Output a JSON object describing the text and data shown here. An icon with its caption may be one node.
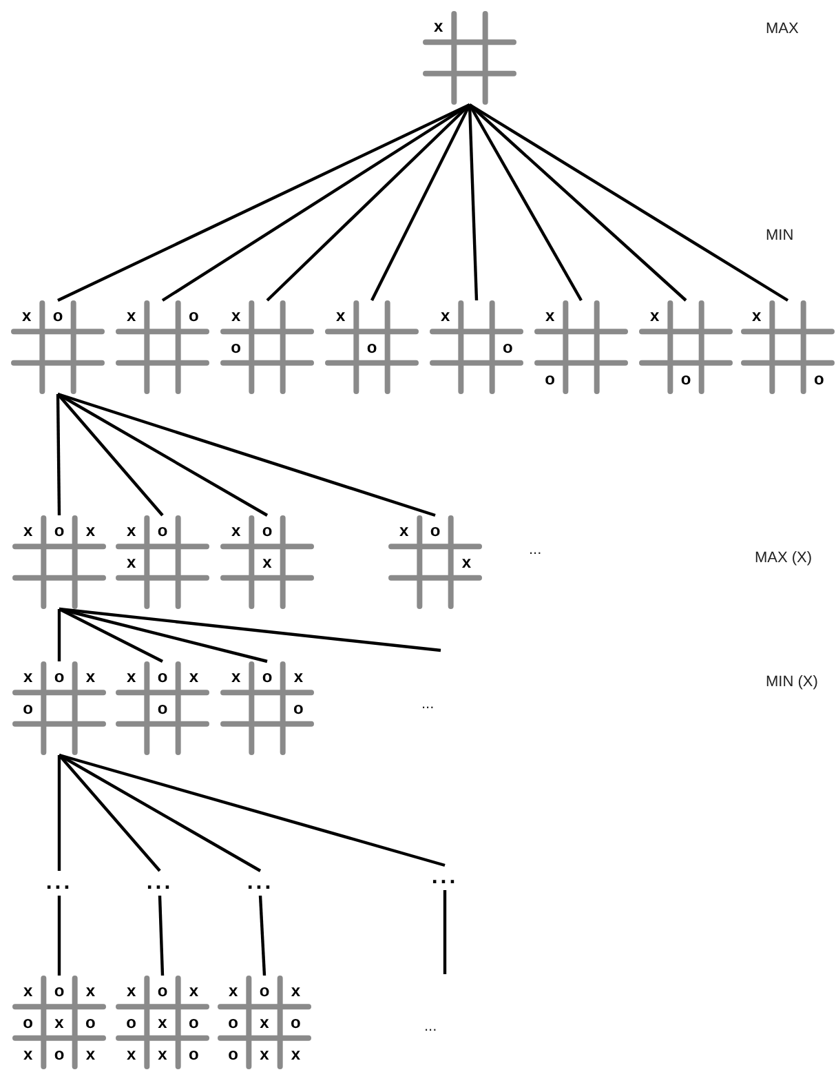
{
  "diagram": {
    "nodes": [
      {
        "text": [],
        "shape": "grid"
      },
      {
        "text": [
          "x"
        ],
        "in": 0
      },
      {
        "text": [],
        "shape": "grid"
      },
      {
        "text": [
          "x"
        ],
        "in": 2
      },
      {
        "text": [
          "o"
        ],
        "in": 2
      },
      {
        "text": [],
        "shape": "grid"
      },
      {
        "text": [
          "x"
        ],
        "in": 5
      },
      {
        "text": [
          "o"
        ],
        "in": 5
      },
      {
        "text": [],
        "shape": "grid"
      },
      {
        "text": [
          "x"
        ],
        "in": 8
      },
      {
        "text": [
          "o"
        ],
        "in": 8
      },
      {
        "text": [],
        "shape": "grid"
      },
      {
        "text": [
          "x"
        ],
        "in": 11
      },
      {
        "text": [
          "o"
        ],
        "in": 11
      },
      {
        "text": [],
        "shape": "grid"
      },
      {
        "text": [
          "x"
        ],
        "in": 14
      },
      {
        "text": [
          "o"
        ],
        "in": 14
      },
      {
        "text": [],
        "shape": "grid"
      },
      {
        "text": [
          "x"
        ],
        "in": 17
      },
      {
        "text": [
          "o"
        ],
        "in": 17
      },
      {
        "text": [],
        "shape": "grid"
      },
      {
        "text": [
          "x"
        ],
        "in": 20
      },
      {
        "text": [
          "o"
        ],
        "in": 20
      },
      {
        "text": [],
        "shape": "grid"
      },
      {
        "text": [
          "x"
        ],
        "in": 23
      },
      {
        "text": [
          "o"
        ],
        "in": 23
      },
      {
        "text": [],
        "shape": "grid"
      },
      {
        "text": [
          "x"
        ],
        "in": 26
      },
      {
        "text": [
          "o"
        ],
        "in": 26
      },
      {
        "text": [
          "x"
        ],
        "in": 26
      },
      {
        "text": [],
        "shape": "grid"
      },
      {
        "text": [
          "x"
        ],
        "in": 30
      },
      {
        "text": [
          "o"
        ],
        "in": 30
      },
      {
        "text": [
          "x"
        ],
        "in": 30
      },
      {
        "text": [],
        "shape": "grid"
      },
      {
        "text": [
          "x"
        ],
        "in": 34
      },
      {
        "text": [
          "o"
        ],
        "in": 34
      },
      {
        "text": [
          "x"
        ],
        "in": 34
      },
      {
        "text": [],
        "shape": "grid"
      },
      {
        "text": [
          "x"
        ],
        "in": 38
      },
      {
        "text": [
          "o"
        ],
        "in": 38
      },
      {
        "text": [
          "x"
        ],
        "in": 38
      },
      {
        "text": [],
        "shape": "grid"
      },
      {
        "text": [
          "x"
        ],
        "in": 42
      },
      {
        "text": [
          "o"
        ],
        "in": 42
      },
      {
        "text": [
          "x"
        ],
        "in": 42
      },
      {
        "text": [
          "o"
        ],
        "in": 42
      },
      {
        "text": [],
        "shape": "grid"
      },
      {
        "text": [
          "x"
        ],
        "in": 47
      },
      {
        "text": [
          "o"
        ],
        "in": 47
      },
      {
        "text": [
          "x"
        ],
        "in": 47
      },
      {
        "text": [
          "o"
        ],
        "in": 47
      },
      {
        "text": [],
        "shape": "grid"
      },
      {
        "text": [
          "x"
        ],
        "in": 52
      },
      {
        "text": [
          "o"
        ],
        "in": 52
      },
      {
        "text": [
          "x"
        ],
        "in": 52
      },
      {
        "text": [
          "o"
        ],
        "in": 52
      },
      {
        "text": [
          "..."
        ]
      },
      {
        "text": [
          "..."
        ]
      },
      {
        "text": [
          "..."
        ]
      },
      {
        "text": [
          "..."
        ]
      },
      {
        "text": [],
        "shape": "grid"
      },
      {
        "text": [
          "x"
        ],
        "in": 61
      },
      {
        "text": [
          "o"
        ],
        "in": 61
      },
      {
        "text": [
          "x"
        ],
        "in": 61
      },
      {
        "text": [
          "o"
        ],
        "in": 61
      },
      {
        "text": [
          "x"
        ],
        "in": 61
      },
      {
        "text": [
          "o"
        ],
        "in": 61
      },
      {
        "text": [
          "x"
        ],
        "in": 61
      },
      {
        "text": [
          "o"
        ],
        "in": 61
      },
      {
        "text": [
          "x"
        ],
        "in": 61
      },
      {
        "text": [],
        "shape": "grid"
      },
      {
        "text": [
          "x"
        ],
        "in": 71
      },
      {
        "text": [
          "o"
        ],
        "in": 71
      },
      {
        "text": [
          "x"
        ],
        "in": 71
      },
      {
        "text": [
          "o"
        ],
        "in": 71
      },
      {
        "text": [
          "x"
        ],
        "in": 71
      },
      {
        "text": [
          "o"
        ],
        "in": 71
      },
      {
        "text": [
          "x"
        ],
        "in": 71
      },
      {
        "text": [
          "x"
        ],
        "in": 71
      },
      {
        "text": [
          "o"
        ],
        "in": 71
      },
      {
        "text": [],
        "shape": "grid"
      },
      {
        "text": [
          "x"
        ],
        "in": 81
      },
      {
        "text": [
          "o"
        ],
        "in": 81
      },
      {
        "text": [
          "x"
        ],
        "in": 81
      },
      {
        "text": [
          "o"
        ],
        "in": 81
      },
      {
        "text": [
          "x"
        ],
        "in": 81
      },
      {
        "text": [
          "o"
        ],
        "in": 81
      },
      {
        "text": [
          "o"
        ],
        "in": 81
      },
      {
        "text": [
          "x"
        ],
        "in": 81
      },
      {
        "text": [
          "x"
        ],
        "in": 81
      }
    ],
    "edges": [
      {
        "from": 0,
        "to": 2,
        "arrow": "none"
      },
      {
        "from": 0,
        "to": 5,
        "arrow": "none"
      },
      {
        "from": 0,
        "to": 8,
        "arrow": "none"
      },
      {
        "from": 0,
        "to": 11,
        "arrow": "none"
      },
      {
        "from": 0,
        "to": 14,
        "arrow": "none"
      },
      {
        "from": 0,
        "to": 17,
        "arrow": "none"
      },
      {
        "from": 0,
        "to": 20,
        "arrow": "none"
      },
      {
        "from": 0,
        "to": 23,
        "arrow": "none"
      },
      {
        "from": 2,
        "to": 26,
        "arrow": "none"
      },
      {
        "from": 2,
        "to": 30,
        "arrow": "none"
      },
      {
        "from": 2,
        "to": 34,
        "arrow": "none"
      },
      {
        "from": 2,
        "to": 38,
        "arrow": "none"
      },
      {
        "from": 26,
        "to": 42,
        "arrow": "none"
      },
      {
        "from": 26,
        "to": 47,
        "arrow": "none"
      },
      {
        "from": 26,
        "to": 52,
        "arrow": "none"
      },
      {
        "from": 26,
        "to": null,
        "arrow": "none"
      },
      {
        "from": 42,
        "to": 57,
        "arrow": "none"
      },
      {
        "from": 42,
        "to": 58,
        "arrow": "none"
      },
      {
        "from": 42,
        "to": 59,
        "arrow": "none"
      },
      {
        "from": 42,
        "to": 60,
        "arrow": "none"
      },
      {
        "from": 57,
        "to": 61,
        "arrow": "none"
      },
      {
        "from": 58,
        "to": 71,
        "arrow": "none"
      },
      {
        "from": 59,
        "to": 81,
        "arrow": "none"
      },
      {
        "from": 60,
        "to": null,
        "arrow": "none"
      }
    ],
    "labels": [
      "MAX",
      "MIN",
      "...",
      "MAX (X)",
      "...",
      "MIN (X)",
      "..."
    ]
  }
}
